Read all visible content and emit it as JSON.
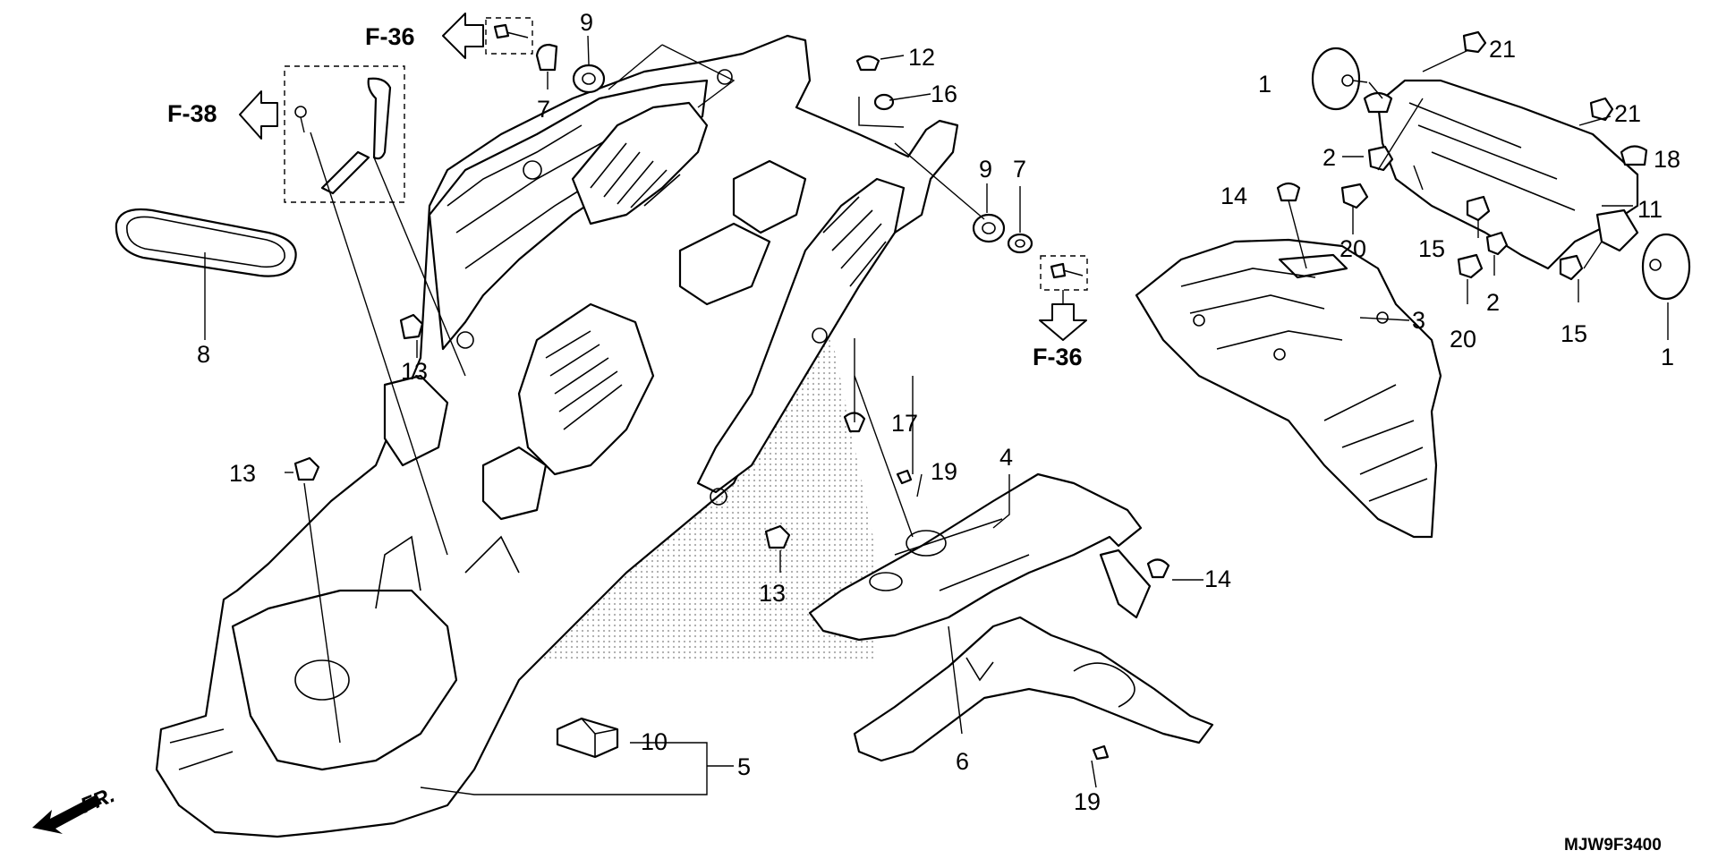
{
  "diagram": {
    "code": "MJW9F3400",
    "front_label": "FR.",
    "refs": {
      "f36_top": "F-36",
      "f38": "F-38",
      "f36_right": "F-36"
    },
    "callouts": [
      {
        "id": "c9a",
        "label": "9"
      },
      {
        "id": "c7a",
        "label": "7"
      },
      {
        "id": "c12",
        "label": "12"
      },
      {
        "id": "c16",
        "label": "16"
      },
      {
        "id": "c9b",
        "label": "9"
      },
      {
        "id": "c7b",
        "label": "7"
      },
      {
        "id": "c8",
        "label": "8"
      },
      {
        "id": "c13a",
        "label": "13"
      },
      {
        "id": "c13b",
        "label": "13"
      },
      {
        "id": "c13c",
        "label": "13"
      },
      {
        "id": "c17",
        "label": "17"
      },
      {
        "id": "c19a",
        "label": "19"
      },
      {
        "id": "c4",
        "label": "4"
      },
      {
        "id": "c14b",
        "label": "14"
      },
      {
        "id": "c6",
        "label": "6"
      },
      {
        "id": "c19b",
        "label": "19"
      },
      {
        "id": "c10",
        "label": "10"
      },
      {
        "id": "c5",
        "label": "5"
      },
      {
        "id": "c1a",
        "label": "1"
      },
      {
        "id": "c21a",
        "label": "21"
      },
      {
        "id": "c21b",
        "label": "21"
      },
      {
        "id": "c18",
        "label": "18"
      },
      {
        "id": "c2a",
        "label": "2"
      },
      {
        "id": "c14a",
        "label": "14"
      },
      {
        "id": "c20a",
        "label": "20"
      },
      {
        "id": "c15a",
        "label": "15"
      },
      {
        "id": "c11",
        "label": "11"
      },
      {
        "id": "c3",
        "label": "3"
      },
      {
        "id": "c2b",
        "label": "2"
      },
      {
        "id": "c20b",
        "label": "20"
      },
      {
        "id": "c15b",
        "label": "15"
      },
      {
        "id": "c1b",
        "label": "1"
      }
    ]
  }
}
